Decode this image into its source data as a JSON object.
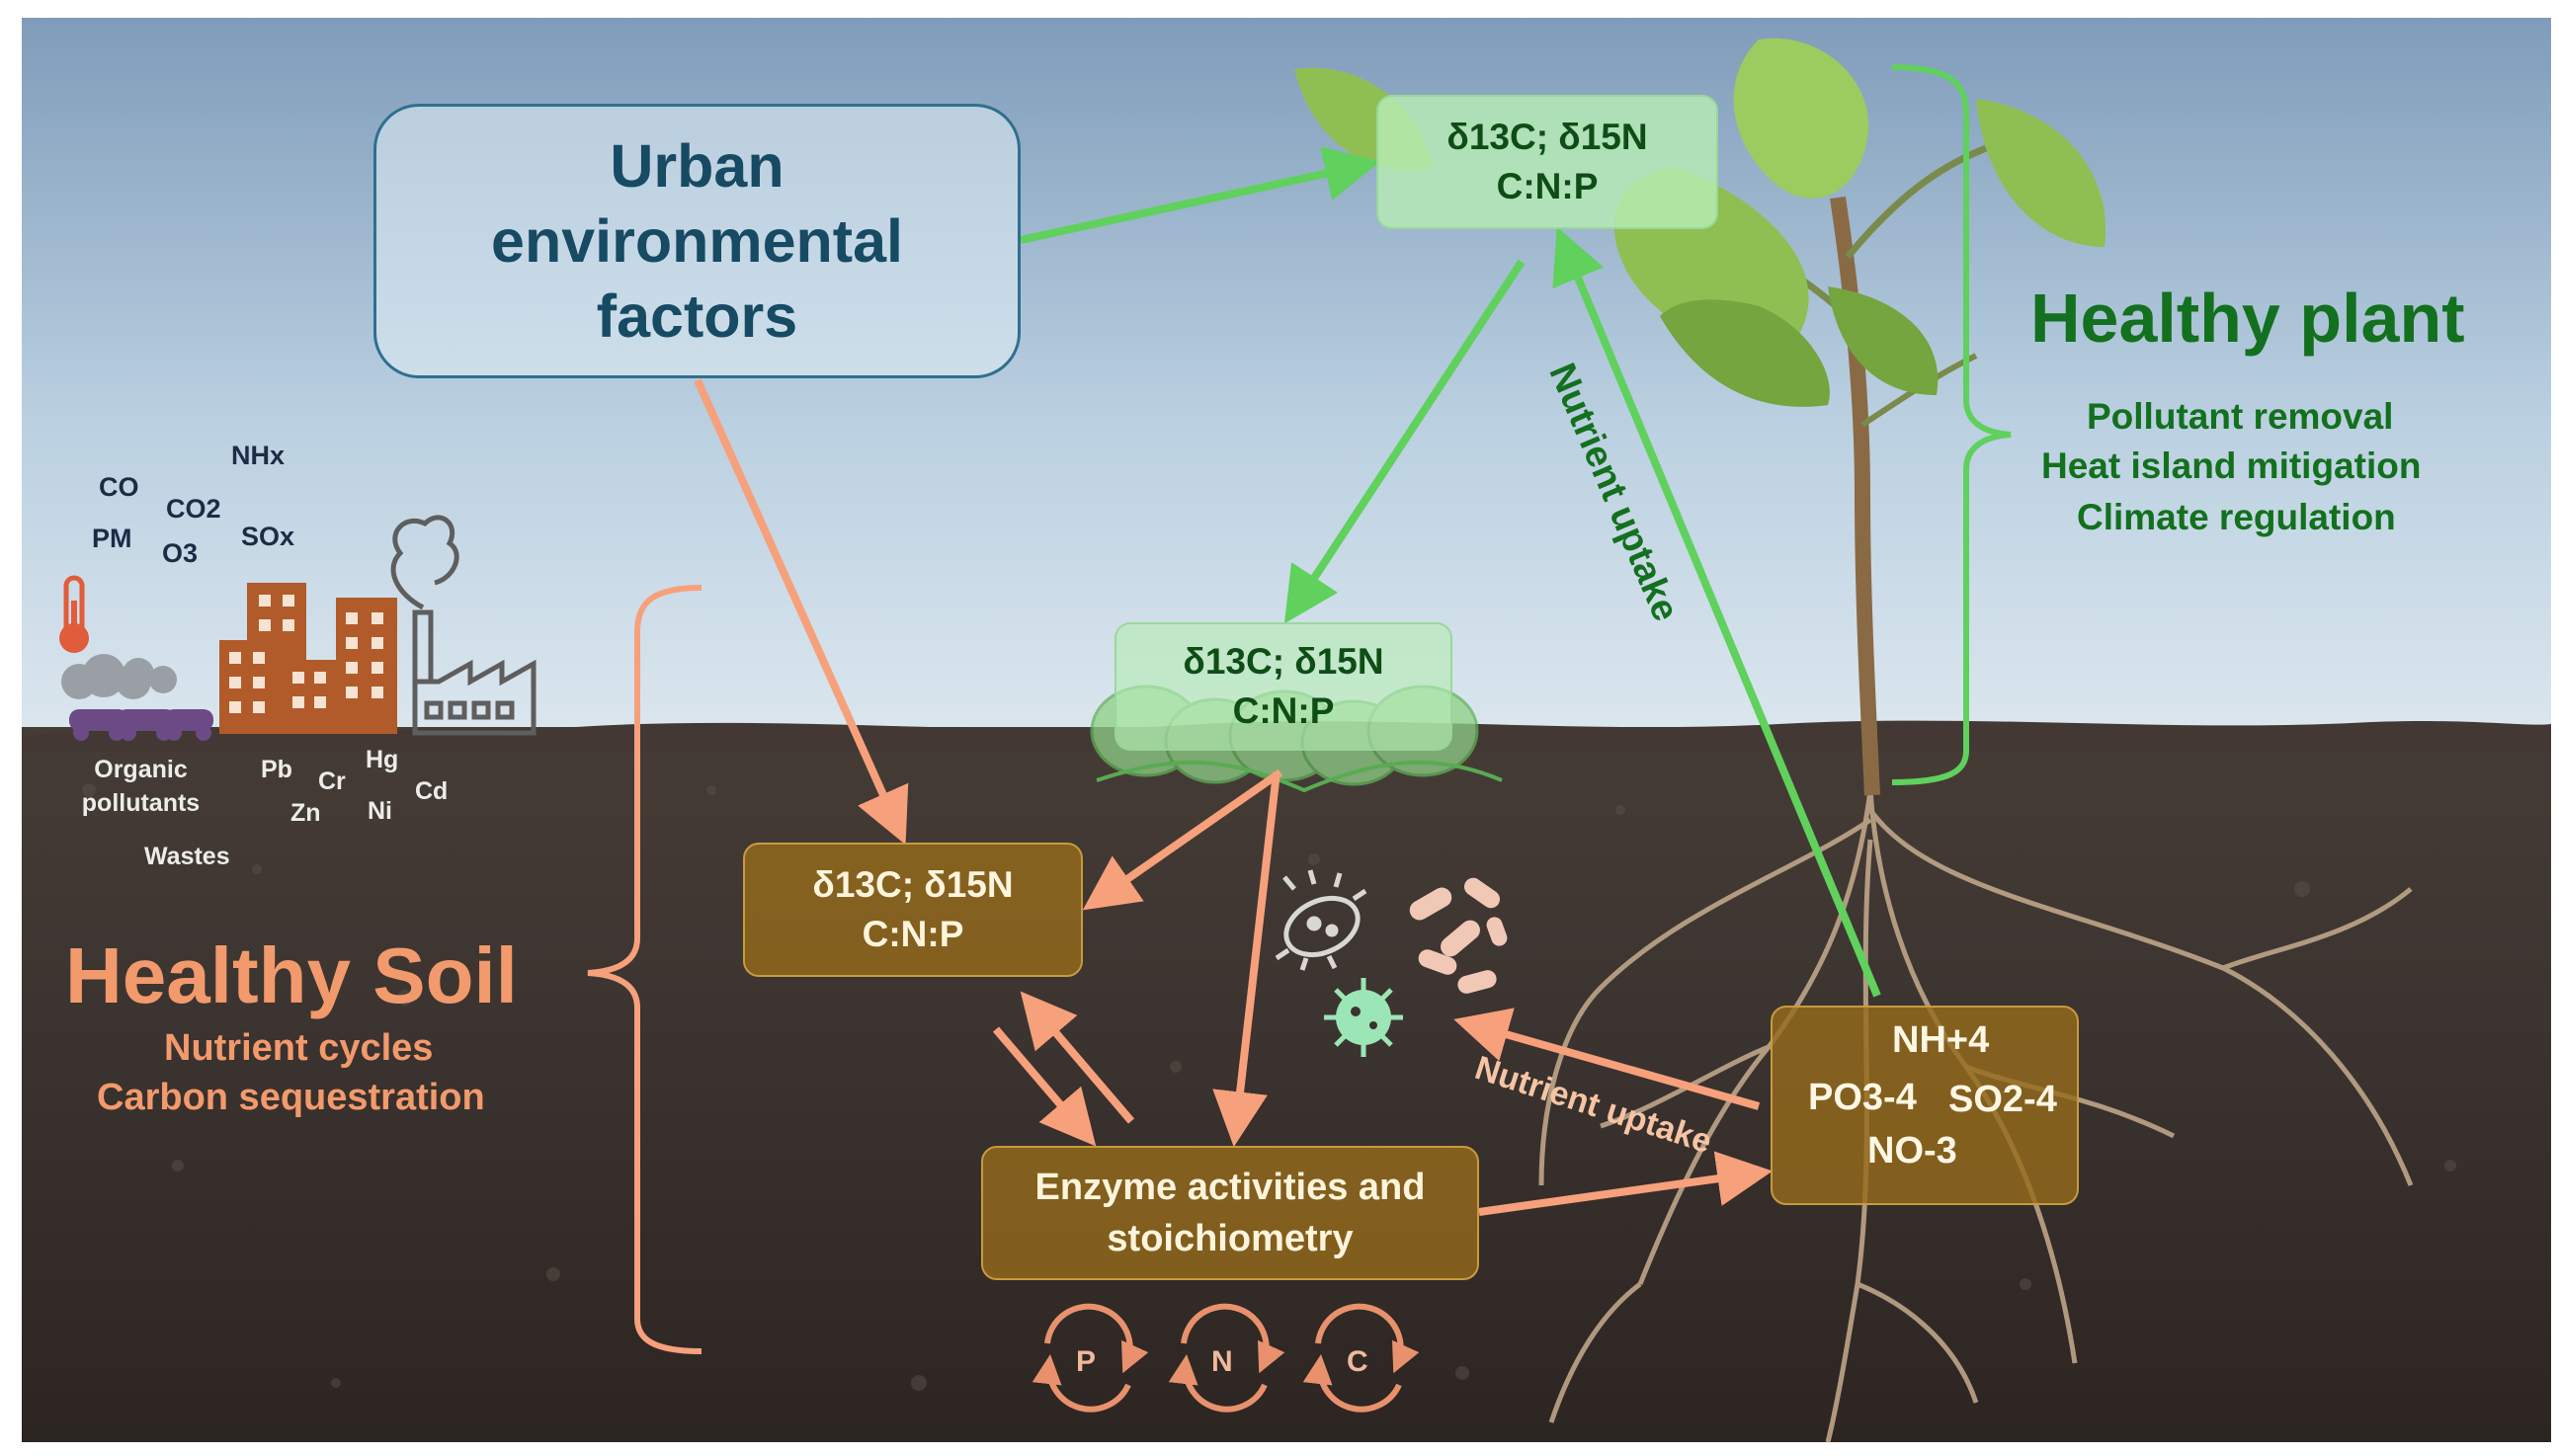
{
  "environment": {
    "box_label": "Urban environmental factors",
    "pollutants": [
      "CO",
      "CO2",
      "PM",
      "O3",
      "NHx",
      "SOx"
    ],
    "soil_contaminants": [
      "Organic pollutants",
      "Wastes",
      "Pb",
      "Cr",
      "Hg",
      "Zn",
      "Ni",
      "Cd"
    ]
  },
  "plant": {
    "title": "Healthy plant",
    "services": [
      "Pollutant removal",
      "Heat island mitigation",
      "Climate regulation"
    ],
    "indicator_box": [
      "δ13C; δ15N",
      "C:N:P"
    ],
    "uptake_label": "Nutrient uptake"
  },
  "microbes": {
    "indicator_box": [
      "δ13C; δ15N",
      "C:N:P"
    ]
  },
  "soil": {
    "title": "Healthy Soil",
    "services": [
      "Nutrient cycles",
      "Carbon sequestration"
    ],
    "indicator_box": [
      "δ13C; δ15N",
      "C:N:P"
    ],
    "enzyme_box": "Enzyme activities and stoichiometry",
    "nutrient_ions": [
      "NH+4",
      "PO3-4",
      "SO2-4",
      "NO-3"
    ],
    "uptake_label": "Nutrient uptake",
    "cycles": [
      "P",
      "N",
      "C"
    ]
  },
  "colors": {
    "green_arrow": "#5fd15c",
    "orange_arrow": "#f7a07c",
    "plant_text": "#13701e",
    "soil_text": "#f29a6c",
    "urban_border": "#2f6f8f",
    "urban_text": "#174a63",
    "sky_top": "#7f9cba",
    "soil_dark": "#3b332f"
  }
}
